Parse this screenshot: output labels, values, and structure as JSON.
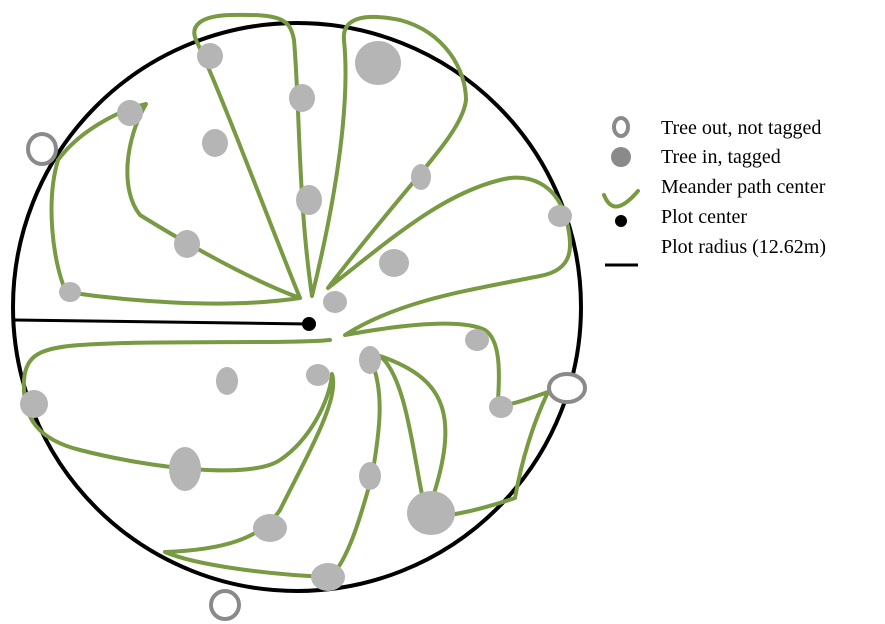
{
  "colors": {
    "background": "#ffffff",
    "plot_boundary": "#000000",
    "radius_line": "#000000",
    "meander_path": "#779a42",
    "tree_in_fill": "#b5b5b5",
    "tree_out_stroke": "#8a8a8a",
    "plot_center": "#000000"
  },
  "legend": {
    "tree_out_label": "Tree out, not tagged",
    "tree_in_label": "Tree in, tagged",
    "meander_label": "Meander path center",
    "plot_center_label": "Plot center",
    "plot_radius_label": "Plot radius (12.62m)"
  },
  "icons": {
    "tree_out": "hollow-ellipse",
    "tree_in": "filled-ellipse",
    "meander": "check-curve",
    "plot_center": "filled-dot",
    "plot_radius": "horizontal-line"
  }
}
